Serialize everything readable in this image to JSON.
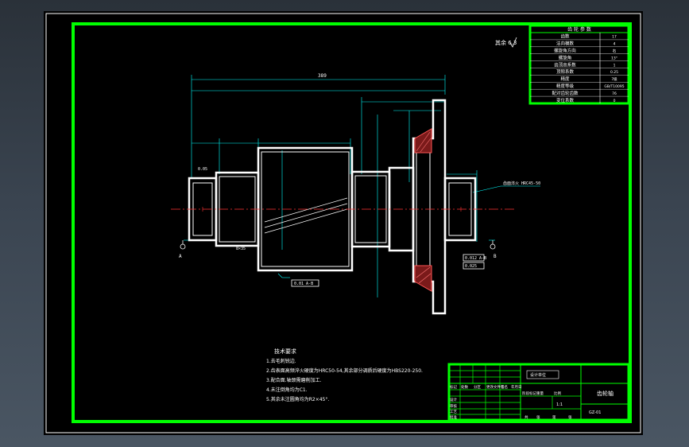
{
  "drawing": {
    "title_cn": "齿轮轴",
    "drawing_number": "GZ-01",
    "surface_symbol": "其余 6.3",
    "overall_length": "389",
    "radial_tolerance_top": "0.05",
    "runout_callout": "0.01 A-B",
    "bottom_datum_left": "A",
    "bottom_datum_right": "B",
    "keyway_note": "8×35",
    "tolerance_labels": [
      "0.012 A-B",
      "0.025"
    ],
    "spline_note": "齿面淬火 HRC45-50",
    "tech_heading": "技术要求",
    "tech_items": [
      "1.去毛刺锐边.",
      "2.齿表面高频淬火硬度为HRC50-54,其余部分调质后硬度为HBS220-250.",
      "3.配合面.轴颈需磨削加工.",
      "4.未注倒角均为C1.",
      "5.其余未注圆角均为R2×45°."
    ]
  },
  "gear_params": {
    "heading": "齿 轮 参 数",
    "rows": [
      [
        "齿数",
        "17"
      ],
      [
        "法向模数",
        "4"
      ],
      [
        "螺旋角方向",
        "右"
      ],
      [
        "螺旋角",
        "13°"
      ],
      [
        "齿顶高系数",
        "1"
      ],
      [
        "顶隙系数",
        "0.25"
      ],
      [
        "精度",
        "7级"
      ],
      [
        "精度等级",
        "GB/T10095"
      ],
      [
        "配对齿轮齿数",
        "76"
      ],
      [
        "变位系数",
        "0"
      ]
    ]
  },
  "title_block": {
    "school": "设计单位",
    "part_name": "齿轮轴",
    "drawing_code": "GZ-01",
    "labels": [
      "标记",
      "处数",
      "分区",
      "更改文件号",
      "签名",
      "年月日",
      "设计",
      "审核",
      "工艺",
      "批准",
      "阶段标记",
      "重量",
      "比例",
      "共",
      "张",
      "第",
      "张"
    ],
    "scale": "1:1"
  },
  "colors": {
    "frame": "#00ff00",
    "lines": "#ffffff",
    "dims": "#00ffff",
    "center": "#ff3333",
    "hatch": "#ff5555"
  }
}
